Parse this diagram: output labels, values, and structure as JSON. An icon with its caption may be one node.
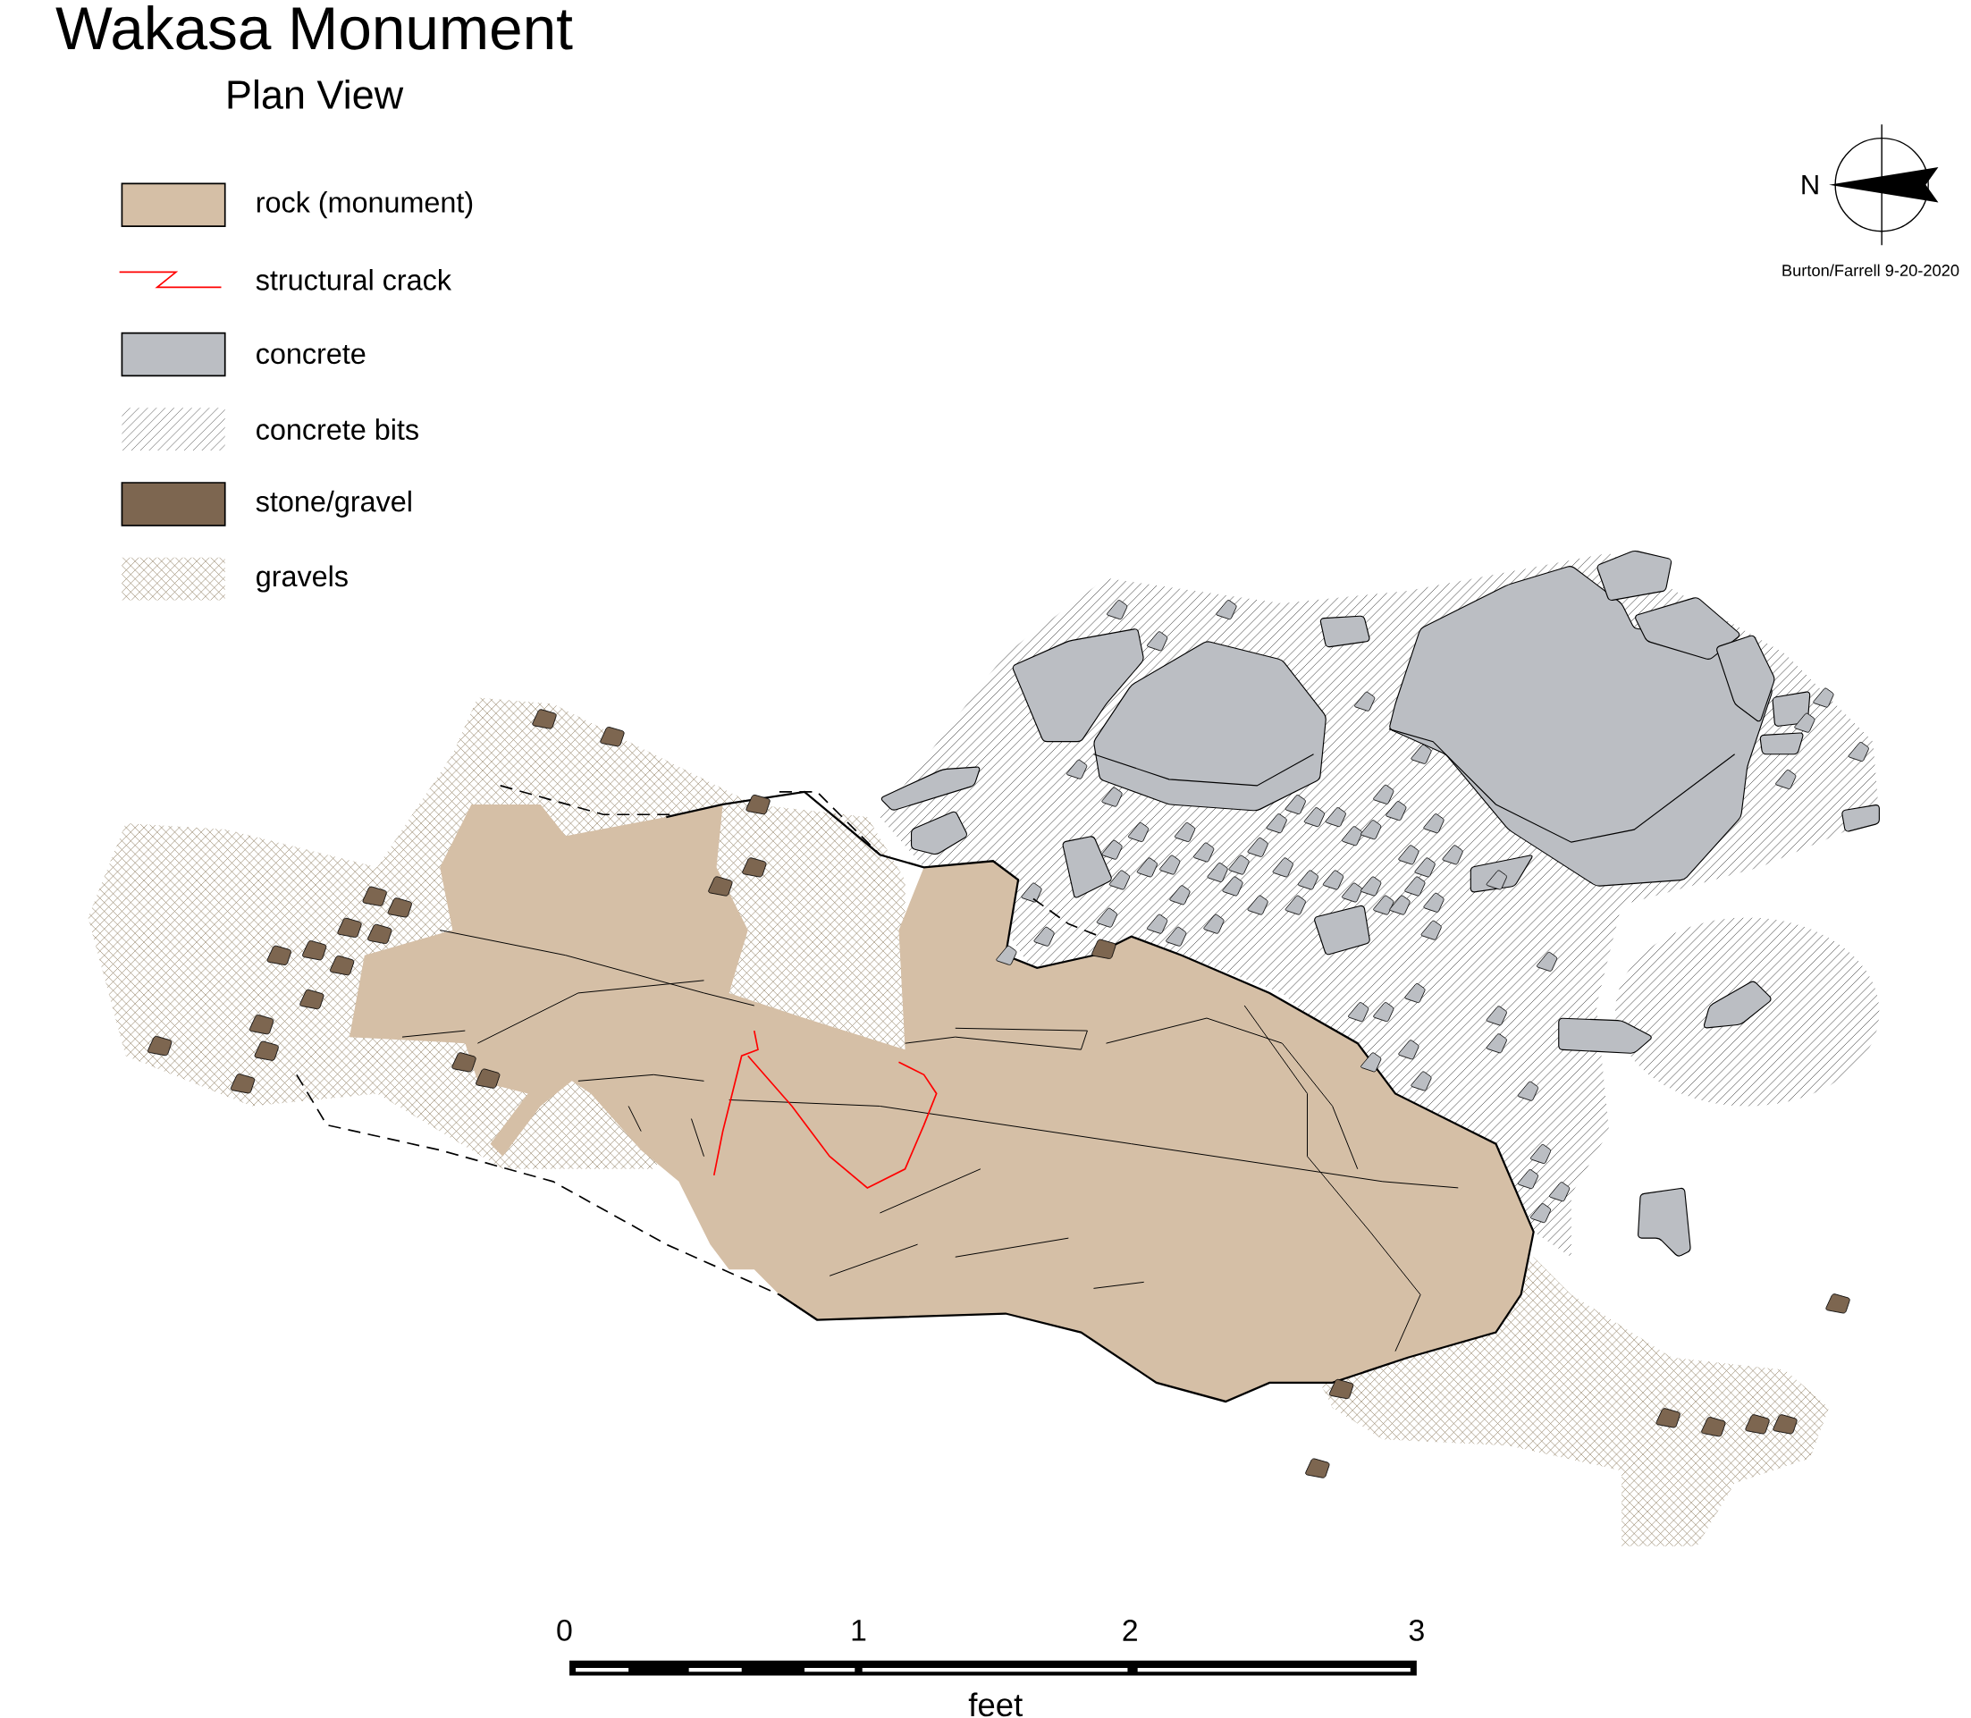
{
  "diagram": {
    "title": "Wakasa Monument",
    "labels": [
      "Plan View",
      "N",
      "Burton/Farrell 9-20-2020",
      "0",
      "1",
      "2",
      "3",
      "feet"
    ],
    "legend": [
      {
        "text": "rock (monument)",
        "color": "#d5bfa6"
      },
      {
        "text": "structural crack"
      },
      {
        "text": "concrete",
        "color": "#bbbec3"
      },
      {
        "text": "concrete bits"
      },
      {
        "text": "stone/gravel",
        "color": "#7d6650"
      },
      {
        "text": "gravels"
      }
    ]
  }
}
